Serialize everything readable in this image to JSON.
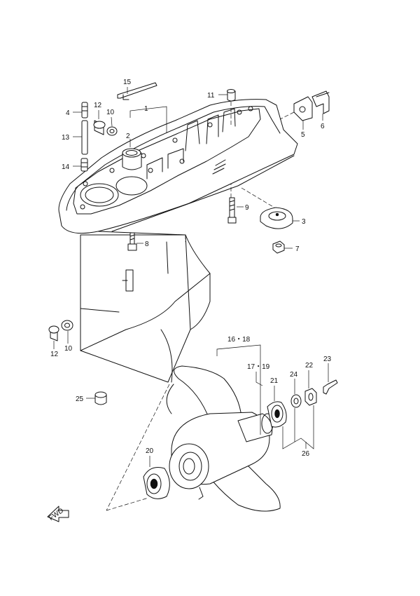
{
  "diagram": {
    "callouts": [
      {
        "id": "c1",
        "label": "1"
      },
      {
        "id": "c2",
        "label": "2"
      },
      {
        "id": "c3",
        "label": "3"
      },
      {
        "id": "c4",
        "label": "4"
      },
      {
        "id": "c5",
        "label": "5"
      },
      {
        "id": "c6",
        "label": "6"
      },
      {
        "id": "c7",
        "label": "7"
      },
      {
        "id": "c8",
        "label": "8"
      },
      {
        "id": "c9",
        "label": "9"
      },
      {
        "id": "c10a",
        "label": "10"
      },
      {
        "id": "c10b",
        "label": "10"
      },
      {
        "id": "c11",
        "label": "11"
      },
      {
        "id": "c12a",
        "label": "12"
      },
      {
        "id": "c12b",
        "label": "12"
      },
      {
        "id": "c13",
        "label": "13"
      },
      {
        "id": "c14",
        "label": "14"
      },
      {
        "id": "c15",
        "label": "15"
      },
      {
        "id": "c1618",
        "label": "16・18"
      },
      {
        "id": "c1719",
        "label": "17・19"
      },
      {
        "id": "c20",
        "label": "20"
      },
      {
        "id": "c21",
        "label": "21"
      },
      {
        "id": "c22",
        "label": "22"
      },
      {
        "id": "c23",
        "label": "23"
      },
      {
        "id": "c24",
        "label": "24"
      },
      {
        "id": "c25",
        "label": "25"
      },
      {
        "id": "c26",
        "label": "26"
      }
    ],
    "direction_arrow": {
      "label": "FWD"
    }
  }
}
